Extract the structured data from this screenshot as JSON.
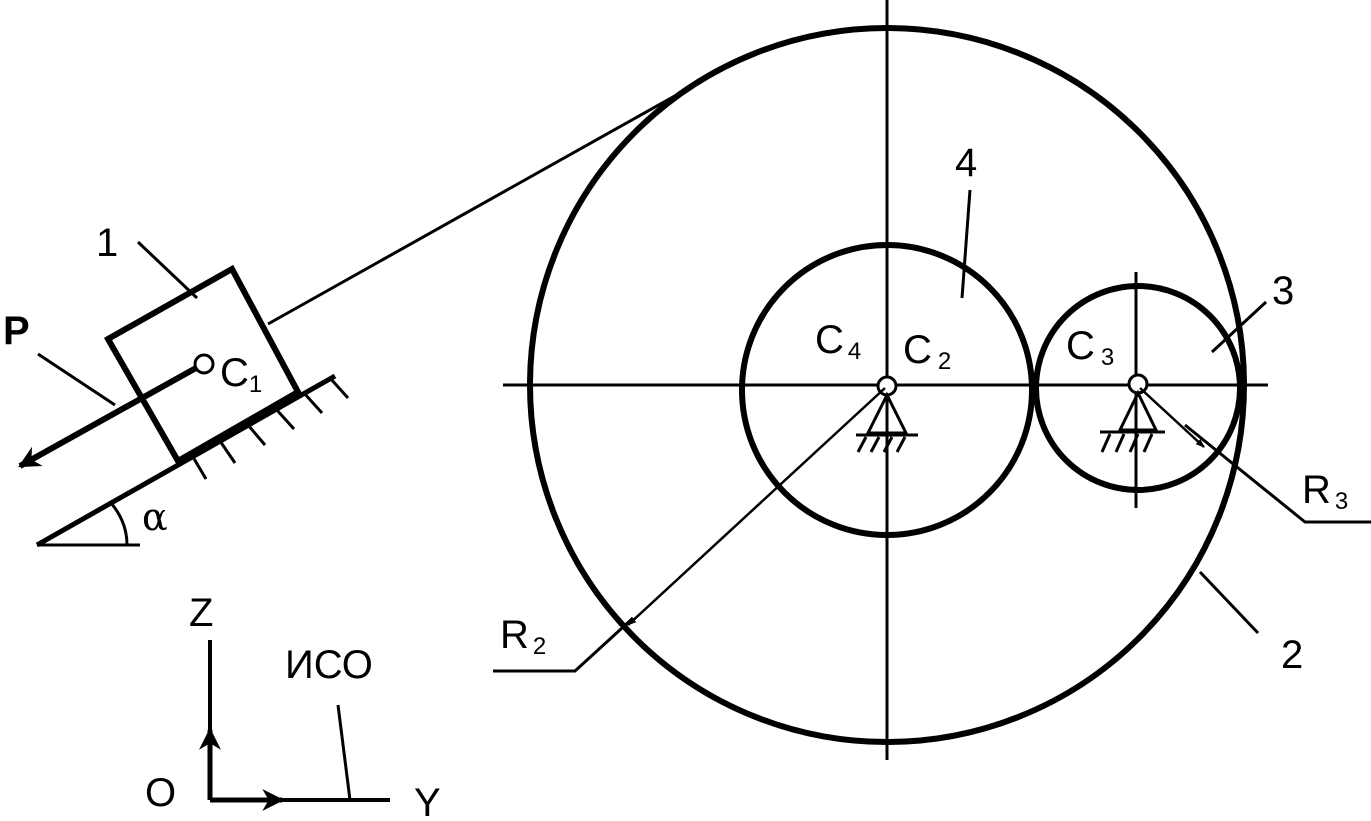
{
  "labels": {
    "body1": "1",
    "body2": "2",
    "body3": "3",
    "body4": "4",
    "force": "P",
    "angle": "α",
    "c1": "C",
    "c1_sub": "1",
    "c2": "C",
    "c2_sub": "2",
    "c3": "C",
    "c3_sub": "3",
    "c4": "C",
    "c4_sub": "4",
    "r2": "R",
    "r2_sub": "2",
    "r3": "R",
    "r3_sub": "3",
    "axis_z": "Z",
    "axis_y": "Y",
    "origin": "O",
    "frame": "ИСО"
  }
}
